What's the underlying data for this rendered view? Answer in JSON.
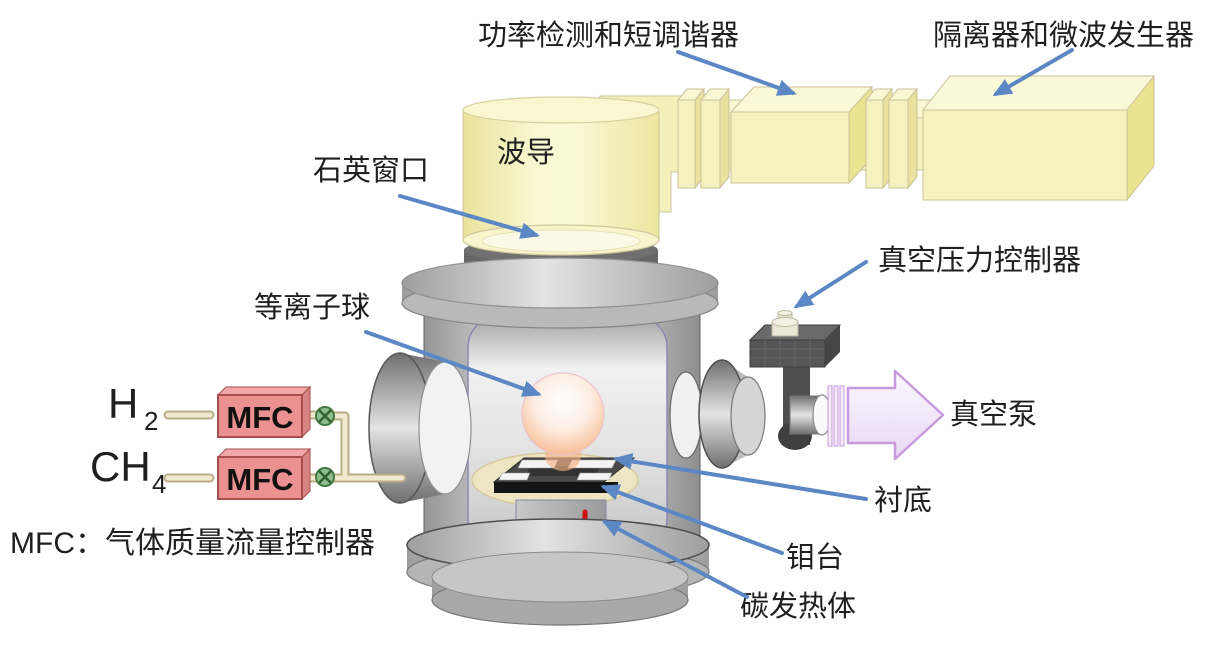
{
  "labels": {
    "power_tuner": "功率检测和短调谐器",
    "isolator_generator": "隔离器和微波发生器",
    "waveguide": "波导",
    "quartz_window": "石英窗口",
    "plasma_ball": "等离子球",
    "vacuum_pressure_controller": "真空压力控制器",
    "vacuum_pump": "真空泵",
    "substrate": "衬底",
    "molybdenum_stage": "钼台",
    "carbon_heater": "碳发热体"
  },
  "gas_inlets": {
    "gas1": {
      "symbol": "H",
      "subscript": "2"
    },
    "gas2": {
      "symbol": "CH",
      "subscript": "4"
    },
    "mfc_label": "MFC",
    "legend": "MFC：气体质量流量控制器"
  },
  "colors": {
    "waveguide_yellow": "#f6f2c2",
    "chamber_gray": "#c9c9c9",
    "mfc_pink": "#ec9191",
    "valve_green": "#8cbf8c",
    "heater_red": "#cf1111",
    "arrow_blue": "#5b87c4",
    "pump_arrow_purple": "#c79ade",
    "plasma_glow": "#f2a87e"
  }
}
